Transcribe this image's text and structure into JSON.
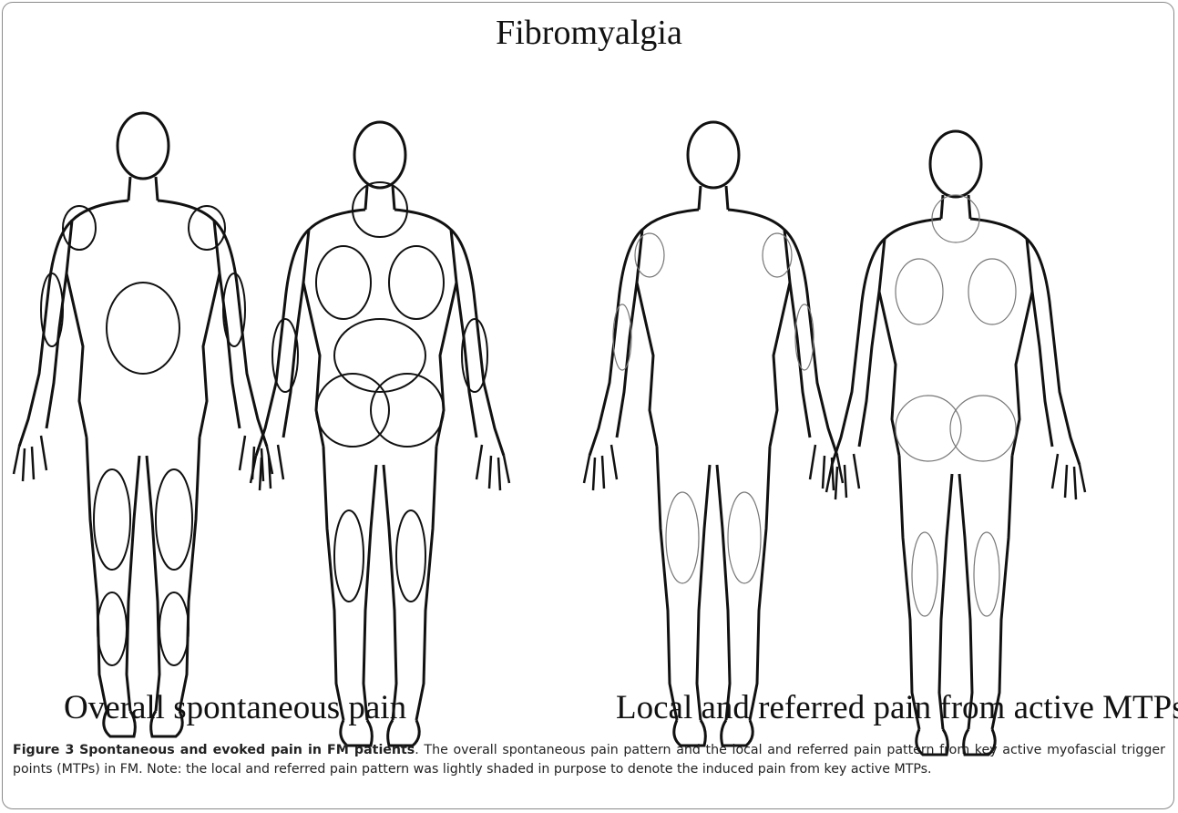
{
  "figure": {
    "title": "Fibromyalgia",
    "left_label": "Overall spontaneous pain",
    "right_label": "Local and referred pain from active MTPs",
    "figure_number": "Figure 3",
    "caption_heading": "Spontaneous and evoked pain in FM patients",
    "caption_body": ". The overall spontaneous pain pattern and the local and referred pain pattern from key active myofascial trigger points (MTPs) in FM. Note: the local and referred pain pattern was lightly shaded in purpose to denote the induced pain from key active MTPs."
  },
  "bodies": [
    {
      "view": "front",
      "shading": "heavy"
    },
    {
      "view": "back",
      "shading": "heavy"
    },
    {
      "view": "front",
      "shading": "light"
    },
    {
      "view": "back",
      "shading": "light"
    }
  ]
}
